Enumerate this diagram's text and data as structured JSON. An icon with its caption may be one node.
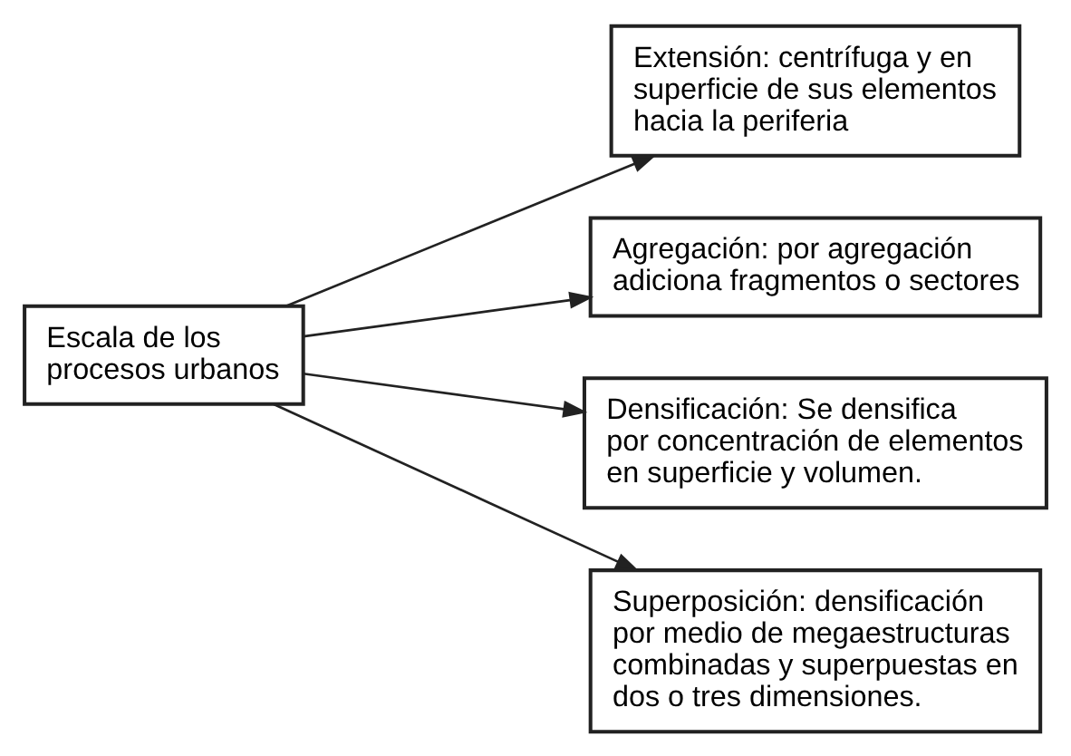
{
  "diagram": {
    "nodes": [
      {
        "text": [
          "Escala de los procesos urbanos"
        ]
      },
      {
        "text": [
          "Extensión: centrífuga y en superficie de sus elementos hacia la periferia"
        ]
      },
      {
        "text": [
          "Agregación: por agregación adiciona fragmentos o sectores"
        ]
      },
      {
        "text": [
          "Densificación: Se densifica por concentración de elementos en superficie y volumen."
        ]
      },
      {
        "text": [
          "Superposición: densificación por medio de megaestructuras combinadas y superpuestas en dos o tres dimensiones."
        ]
      }
    ],
    "edges": [
      {
        "from": 0,
        "to": 1,
        "arrow": "to"
      },
      {
        "from": 0,
        "to": 2,
        "arrow": "to"
      },
      {
        "from": 0,
        "to": 3,
        "arrow": "to"
      },
      {
        "from": 0,
        "to": 4,
        "arrow": "to"
      }
    ]
  }
}
